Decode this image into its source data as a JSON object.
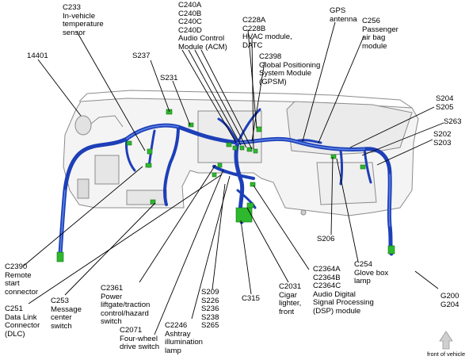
{
  "colors": {
    "harness": "#1d3fb8",
    "harness_light": "#5f86e6",
    "connector": "#2eb82e",
    "panel_line": "#8c8c8c",
    "panel_fill": "#f4f4f4",
    "leader": "#000000",
    "arrow": "#cfcfcf"
  },
  "labels": {
    "c233": "C233\nIn-vehicle\ntemperature\nsensor",
    "l14401": "14401",
    "c240": "C240A\nC240B\nC240C\nC240D\nAudio Control\nModule (ACM)",
    "s237": "S237",
    "s231": "S231",
    "c228": "C228A\nC228B\nHVAC module,\nDATC",
    "c2398": "C2398\nGlobal Positioning\nSystem Module\n(GPSM)",
    "gps": "GPS\nantenna",
    "c256": "C256\nPassenger\nair bag\nmodule",
    "s204": "S204\nS205",
    "s263": "S263",
    "s202": "S202\nS203",
    "s206": "S206",
    "c254": "C254\nGlove box\nlamp",
    "c2364": "C2364A\nC2364B\nC2364C\nAudio Digital\nSignal Processing\n(DSP) module",
    "c2031": "C2031\nCigar\nlighter,\nfront",
    "c315": "C315",
    "s209": "S209\nS226\nS236\nS238\nS265",
    "c2246": "C2246\nAshtray\nillumination\nlamp",
    "c2071": "C2071\nFour-wheel\ndrive switch",
    "c2361": "C2361\nPower\nliftgate/traction\ncontrol/hazard\nswitch",
    "c253": "C253\nMessage\ncenter\nswitch",
    "c251": "C251\nData Link\nConnector\n(DLC)",
    "c2390": "C2390\nRemote\nstart\nconnector",
    "g200": "G200\nG204",
    "front": "front of vehicle"
  }
}
